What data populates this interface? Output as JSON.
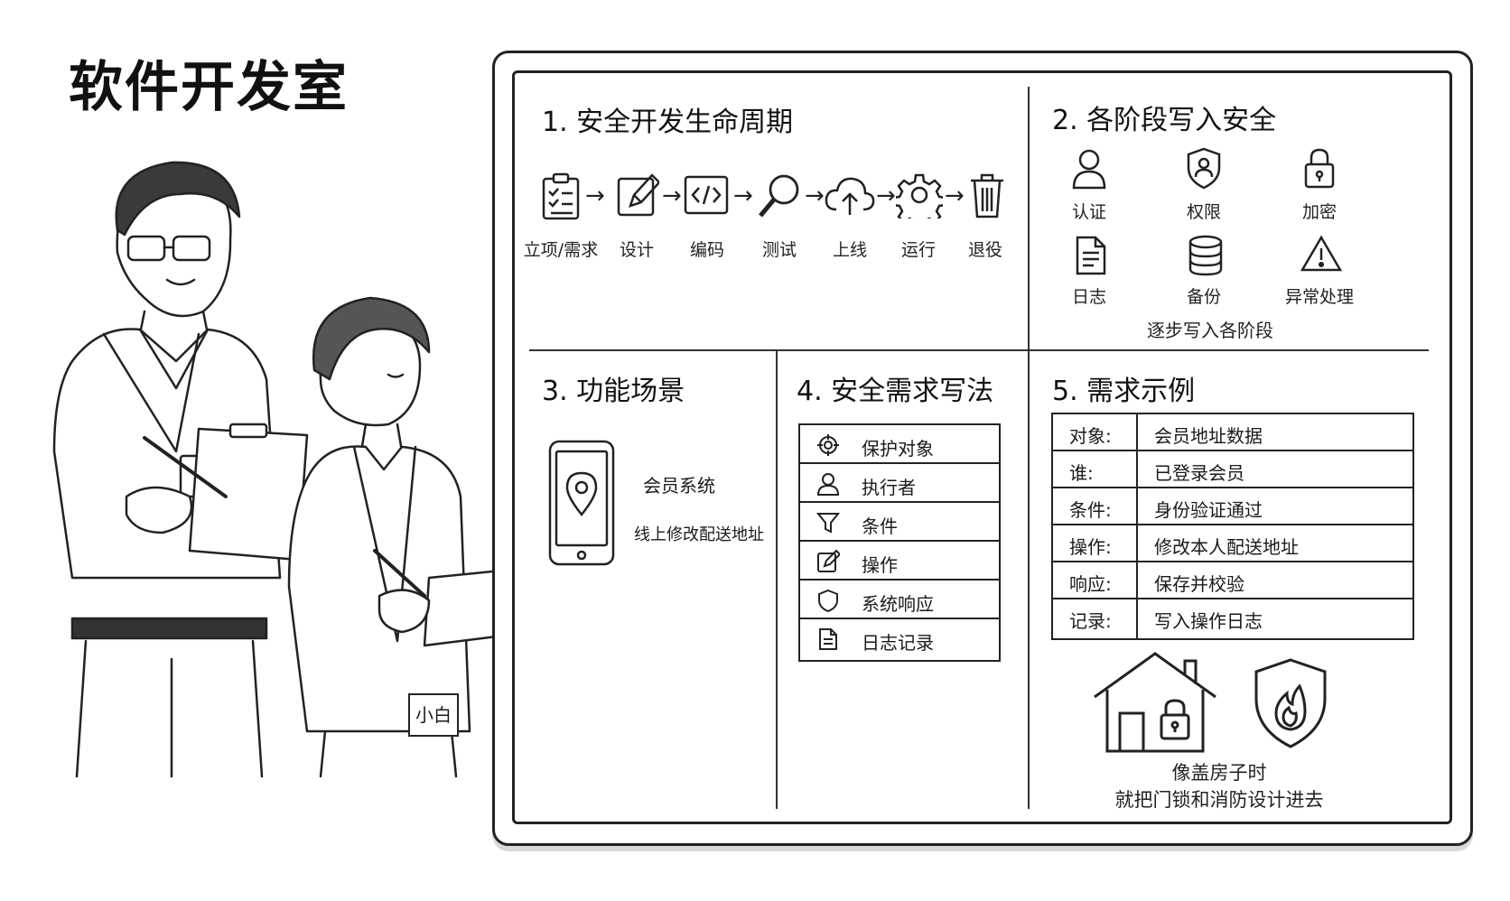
{
  "title": "软件开发室",
  "badge_name": "小白",
  "sections": {
    "s1": {
      "title": "1. 安全开发生命周期",
      "steps": [
        {
          "label": "立项/需求",
          "icon": "clipboard-icon"
        },
        {
          "label": "设计",
          "icon": "pencil-icon"
        },
        {
          "label": "编码",
          "icon": "code-icon"
        },
        {
          "label": "测试",
          "icon": "magnifier-icon"
        },
        {
          "label": "上线",
          "icon": "cloud-upload-icon"
        },
        {
          "label": "运行",
          "icon": "gear-icon"
        },
        {
          "label": "退役",
          "icon": "trash-icon"
        }
      ]
    },
    "s2": {
      "title": "2. 各阶段写入安全",
      "items": [
        {
          "label": "认证",
          "icon": "user-icon"
        },
        {
          "label": "权限",
          "icon": "shield-user-icon"
        },
        {
          "label": "加密",
          "icon": "lock-icon"
        },
        {
          "label": "日志",
          "icon": "document-icon"
        },
        {
          "label": "备份",
          "icon": "database-icon"
        },
        {
          "label": "异常处理",
          "icon": "warning-icon"
        }
      ],
      "caption": "逐步写入各阶段"
    },
    "s3": {
      "title": "3. 功能场景",
      "line1": "会员系统",
      "line2": "线上修改配送地址"
    },
    "s4": {
      "title": "4. 安全需求写法",
      "rows": [
        {
          "label": "保护对象",
          "icon": "target-icon"
        },
        {
          "label": "执行者",
          "icon": "user-icon"
        },
        {
          "label": "条件",
          "icon": "filter-icon"
        },
        {
          "label": "操作",
          "icon": "edit-icon"
        },
        {
          "label": "系统响应",
          "icon": "shield-icon"
        },
        {
          "label": "日志记录",
          "icon": "document-icon"
        }
      ]
    },
    "s5": {
      "title": "5. 需求示例",
      "rows": [
        {
          "key": "对象:",
          "value": "会员地址数据"
        },
        {
          "key": "谁:",
          "value": "已登录会员"
        },
        {
          "key": "条件:",
          "value": "身份验证通过"
        },
        {
          "key": "操作:",
          "value": "修改本人配送地址"
        },
        {
          "key": "响应:",
          "value": "保存并校验"
        },
        {
          "key": "记录:",
          "value": "写入操作日志"
        }
      ],
      "caption_line1": "像盖房子时",
      "caption_line2": "就把门锁和消防设计进去"
    }
  },
  "colors": {
    "ink": "#1a1a1a",
    "paper": "#ffffff"
  }
}
